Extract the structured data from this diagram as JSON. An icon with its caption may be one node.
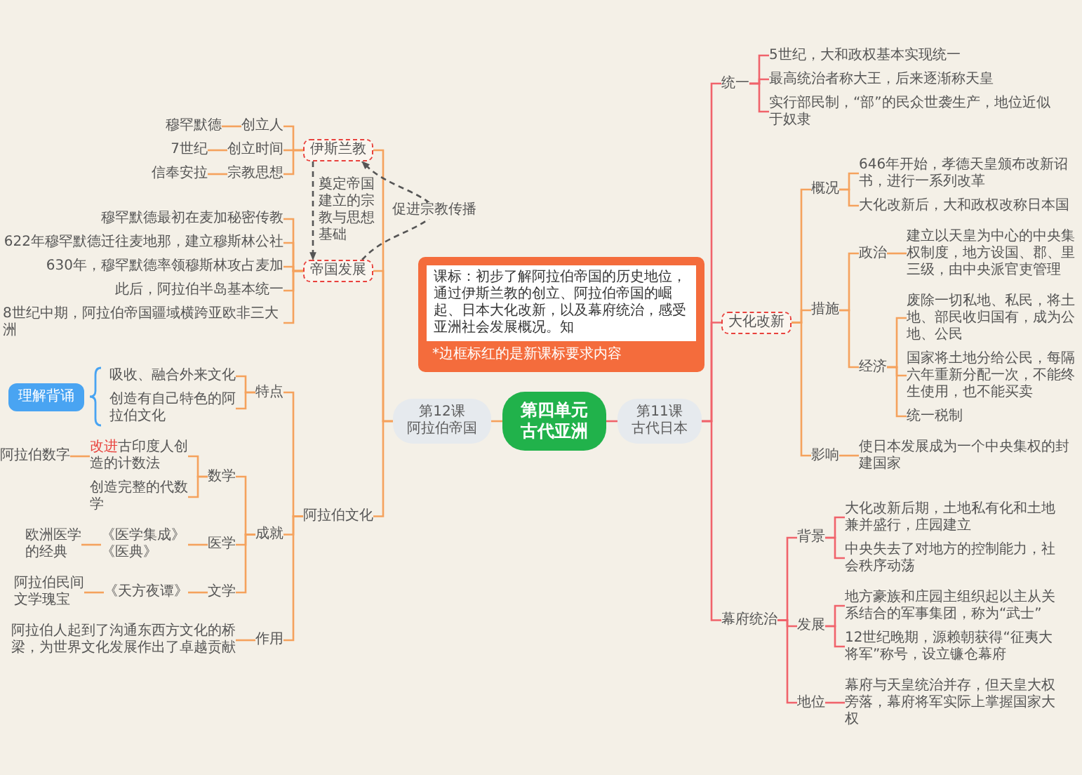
{
  "diagram": {
    "nodes": [
      {
        "text": [
          "第四单元",
          "古代亚洲"
        ]
      },
      {
        "text": [
          "课标：初步了解阿拉伯帝国的历史地位，通过伊斯兰教的创立、阿拉伯帝国的崛起、日本大化改新，以及幕府统治，感受亚洲社会发展概况。知",
          "*边框标红的是新课标要求内容"
        ]
      },
      {
        "text": [
          "第12课",
          "阿拉伯帝国"
        ]
      },
      {
        "text": [
          "伊斯兰教"
        ]
      },
      {
        "text": [
          "创立人"
        ]
      },
      {
        "text": [
          "穆罕默德"
        ]
      },
      {
        "text": [
          "创立时间"
        ]
      },
      {
        "text": [
          "7世纪"
        ]
      },
      {
        "text": [
          "宗教思想"
        ]
      },
      {
        "text": [
          "信奉安拉"
        ]
      },
      {
        "text": [
          "帝国发展"
        ]
      },
      {
        "text": [
          "穆罕默德最初在麦加秘密传教"
        ]
      },
      {
        "text": [
          "622年穆罕默德迁往麦地那，建立穆斯林公社"
        ]
      },
      {
        "text": [
          "630年，穆罕默德率领穆斯林攻占麦加"
        ]
      },
      {
        "text": [
          "此后，阿拉伯半岛基本统一"
        ]
      },
      {
        "text": [
          "8世纪中期，阿拉伯帝国疆域横跨亚欧非三大洲"
        ]
      },
      {
        "text": [
          "阿拉伯文化"
        ]
      },
      {
        "text": [
          "特点"
        ]
      },
      {
        "text": [
          "吸收、融合外来文化"
        ]
      },
      {
        "text": [
          "创造有自己特色的阿拉伯文化"
        ]
      },
      {
        "text": [
          "理解背诵"
        ]
      },
      {
        "text": [
          "成就"
        ]
      },
      {
        "text": [
          "数学"
        ]
      },
      {
        "text": [
          "**改进**古印度人创造的计数法"
        ]
      },
      {
        "text": [
          "阿拉伯数字"
        ]
      },
      {
        "text": [
          "创造完整的代数学"
        ]
      },
      {
        "text": [
          "医学"
        ]
      },
      {
        "text": [
          "《医学集成》《医典》"
        ]
      },
      {
        "text": [
          "欧洲医学的经典"
        ]
      },
      {
        "text": [
          "文学"
        ]
      },
      {
        "text": [
          "《天方夜谭》"
        ]
      },
      {
        "text": [
          "阿拉伯民间文学瑰宝"
        ]
      },
      {
        "text": [
          "作用"
        ]
      },
      {
        "text": [
          "阿拉伯人起到了沟通东西方文化的桥梁，为世界文化发展作出了卓越贡献"
        ]
      },
      {
        "text": [
          "第11课",
          "古代日本"
        ]
      },
      {
        "text": [
          "统一"
        ]
      },
      {
        "text": [
          "5世纪，大和政权基本实现统一"
        ]
      },
      {
        "text": [
          "最高统治者称大王，后来逐渐称天皇"
        ]
      },
      {
        "text": [
          "实行部民制，“部”的民众世袭生产，地位近似于奴隶"
        ]
      },
      {
        "text": [
          "大化改新"
        ]
      },
      {
        "text": [
          "概况"
        ]
      },
      {
        "text": [
          "646年开始，孝德天皇颁布改新诏书，进行一系列改革"
        ]
      },
      {
        "text": [
          "大化改新后，大和政权改称日本国"
        ]
      },
      {
        "text": [
          "措施"
        ]
      },
      {
        "text": [
          "政治"
        ]
      },
      {
        "text": [
          "建立以天皇为中心的中央集权制度，地方设国、郡、里三级，由中央派官吏管理"
        ]
      },
      {
        "text": [
          "经济"
        ]
      },
      {
        "text": [
          "废除一切私地、私民，将土地、部民收归国有，成为公地、公民"
        ]
      },
      {
        "text": [
          "国家将土地分给公民，每隔六年重新分配一次，不能终生使用，也不能买卖"
        ]
      },
      {
        "text": [
          "统一税制"
        ]
      },
      {
        "text": [
          "影响"
        ]
      },
      {
        "text": [
          "使日本发展成为一个中央集权的封建国家"
        ]
      },
      {
        "text": [
          "幕府统治"
        ]
      },
      {
        "text": [
          "背景"
        ]
      },
      {
        "text": [
          "大化改新后期，土地私有化和土地兼并盛行，庄园建立"
        ]
      },
      {
        "text": [
          "中央失去了对地方的控制能力，社会秩序动荡"
        ]
      },
      {
        "text": [
          "发展"
        ]
      },
      {
        "text": [
          "地方豪族和庄园主组织起以主从关系结合的军事集团，称为“武士”"
        ]
      },
      {
        "text": [
          "12世纪晚期，源赖朝获得“征夷大将军”称号，设立镰仓幕府"
        ]
      },
      {
        "text": [
          "地位"
        ]
      },
      {
        "text": [
          "幕府与天皇统治并存，但天皇大权旁落，幕府将军实际上掌握国家大权"
        ]
      }
    ],
    "edges": [
      {
        "from": 0,
        "to": 2,
        "arrow": "none"
      },
      {
        "from": 2,
        "to": 3,
        "arrow": "none"
      },
      {
        "from": 3,
        "to": 4,
        "arrow": "none"
      },
      {
        "from": 4,
        "to": 5,
        "arrow": "none"
      },
      {
        "from": 3,
        "to": 6,
        "arrow": "none"
      },
      {
        "from": 6,
        "to": 7,
        "arrow": "none"
      },
      {
        "from": 3,
        "to": 8,
        "arrow": "none"
      },
      {
        "from": 8,
        "to": 9,
        "arrow": "none"
      },
      {
        "from": 2,
        "to": 10,
        "arrow": "none"
      },
      {
        "from": 10,
        "to": 11,
        "arrow": "none"
      },
      {
        "from": 10,
        "to": 12,
        "arrow": "none"
      },
      {
        "from": 10,
        "to": 13,
        "arrow": "none"
      },
      {
        "from": 10,
        "to": 14,
        "arrow": "none"
      },
      {
        "from": 10,
        "to": 15,
        "arrow": "none"
      },
      {
        "from": 2,
        "to": 16,
        "arrow": "none"
      },
      {
        "from": 16,
        "to": 17,
        "arrow": "none"
      },
      {
        "from": 17,
        "to": 18,
        "arrow": "none"
      },
      {
        "from": 17,
        "to": 19,
        "arrow": "none"
      },
      {
        "from": 16,
        "to": 21,
        "arrow": "none"
      },
      {
        "from": 21,
        "to": 22,
        "arrow": "none"
      },
      {
        "from": 22,
        "to": 23,
        "arrow": "none"
      },
      {
        "from": 23,
        "to": 24,
        "arrow": "none"
      },
      {
        "from": 22,
        "to": 25,
        "arrow": "none"
      },
      {
        "from": 21,
        "to": 26,
        "arrow": "none"
      },
      {
        "from": 26,
        "to": 27,
        "arrow": "none"
      },
      {
        "from": 27,
        "to": 28,
        "arrow": "none"
      },
      {
        "from": 21,
        "to": 29,
        "arrow": "none"
      },
      {
        "from": 29,
        "to": 30,
        "arrow": "none"
      },
      {
        "from": 30,
        "to": 31,
        "arrow": "none"
      },
      {
        "from": 16,
        "to": 32,
        "arrow": "none"
      },
      {
        "from": 32,
        "to": 33,
        "arrow": "none"
      },
      {
        "from": 0,
        "to": 34,
        "arrow": "none",
        "color": "#f0636b"
      },
      {
        "from": 34,
        "to": 35,
        "arrow": "none",
        "color": "#f0636b"
      },
      {
        "from": 35,
        "to": 36,
        "arrow": "none",
        "color": "#f0636b"
      },
      {
        "from": 35,
        "to": 37,
        "arrow": "none",
        "color": "#f0636b"
      },
      {
        "from": 35,
        "to": 38,
        "arrow": "none",
        "color": "#f0636b"
      },
      {
        "from": 34,
        "to": 39,
        "arrow": "none",
        "color": "#f0636b"
      },
      {
        "from": 39,
        "to": 40,
        "arrow": "none"
      },
      {
        "from": 40,
        "to": 41,
        "arrow": "none"
      },
      {
        "from": 40,
        "to": 42,
        "arrow": "none"
      },
      {
        "from": 39,
        "to": 43,
        "arrow": "none"
      },
      {
        "from": 43,
        "to": 44,
        "arrow": "none"
      },
      {
        "from": 44,
        "to": 45,
        "arrow": "none"
      },
      {
        "from": 43,
        "to": 46,
        "arrow": "none"
      },
      {
        "from": 46,
        "to": 47,
        "arrow": "none"
      },
      {
        "from": 46,
        "to": 48,
        "arrow": "none"
      },
      {
        "from": 46,
        "to": 49,
        "arrow": "none"
      },
      {
        "from": 39,
        "to": 50,
        "arrow": "none"
      },
      {
        "from": 50,
        "to": 51,
        "arrow": "none"
      },
      {
        "from": 34,
        "to": 52,
        "arrow": "none",
        "color": "#f0636b"
      },
      {
        "from": 52,
        "to": 53,
        "arrow": "none",
        "color": "#f0636b"
      },
      {
        "from": 53,
        "to": 54,
        "arrow": "none",
        "color": "#f0636b"
      },
      {
        "from": 53,
        "to": 55,
        "arrow": "none",
        "color": "#f0636b"
      },
      {
        "from": 52,
        "to": 56,
        "arrow": "none",
        "color": "#f0636b"
      },
      {
        "from": 56,
        "to": 57,
        "arrow": "none",
        "color": "#f0636b"
      },
      {
        "from": 56,
        "to": 58,
        "arrow": "none",
        "color": "#f0636b"
      },
      {
        "from": 52,
        "to": 59,
        "arrow": "none",
        "color": "#f0636b"
      },
      {
        "from": 59,
        "to": 60,
        "arrow": "none",
        "color": "#f0636b"
      },
      {
        "from": 3,
        "to": 10,
        "arrow": "to",
        "style": "dashed",
        "color": "#555555",
        "label": "奠定帝国建立的宗教与思想基础"
      },
      {
        "from": 10,
        "to": 3,
        "arrow": "to",
        "style": "dashed",
        "color": "#555555",
        "label": "促进宗教传播"
      }
    ]
  }
}
